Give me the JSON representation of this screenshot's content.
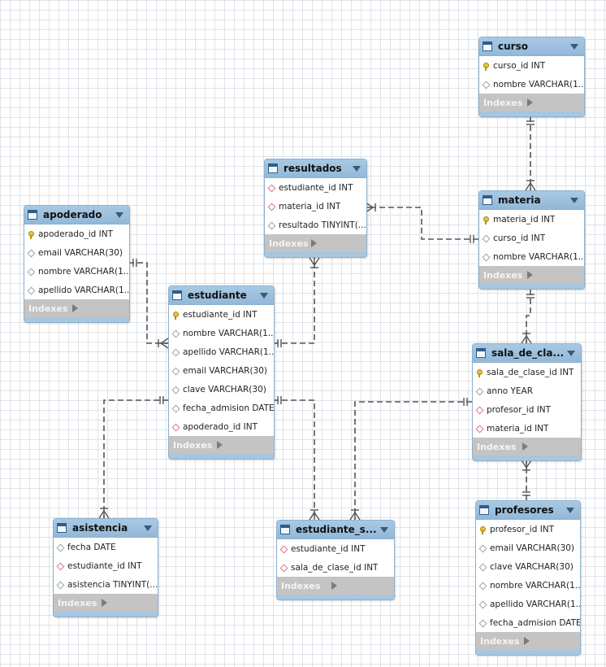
{
  "diagram": {
    "indexes_label": "Indexes",
    "tables": [
      {
        "id": "curso",
        "title": "curso",
        "columns": [
          {
            "text": "curso_id INT",
            "kind": "pk"
          },
          {
            "text": "nombre VARCHAR(1...",
            "kind": "fd"
          }
        ]
      },
      {
        "id": "resultados",
        "title": "resultados",
        "columns": [
          {
            "text": "estudiante_id INT",
            "kind": "fk"
          },
          {
            "text": "materia_id INT",
            "kind": "fk"
          },
          {
            "text": "resultado TINYINT(...",
            "kind": "fd"
          }
        ]
      },
      {
        "id": "materia",
        "title": "materia",
        "columns": [
          {
            "text": "materia_id INT",
            "kind": "pk"
          },
          {
            "text": "curso_id INT",
            "kind": "fd"
          },
          {
            "text": "nombre VARCHAR(1...",
            "kind": "fd"
          }
        ]
      },
      {
        "id": "apoderado",
        "title": "apoderado",
        "columns": [
          {
            "text": "apoderado_id INT",
            "kind": "pk"
          },
          {
            "text": "email VARCHAR(30)",
            "kind": "fd"
          },
          {
            "text": "nombre VARCHAR(1...",
            "kind": "fd"
          },
          {
            "text": "apellido VARCHAR(1...",
            "kind": "fd"
          }
        ]
      },
      {
        "id": "estudiante",
        "title": "estudiante",
        "columns": [
          {
            "text": "estudiante_id INT",
            "kind": "pk"
          },
          {
            "text": "nombre VARCHAR(1...",
            "kind": "fd"
          },
          {
            "text": "apellido VARCHAR(1...",
            "kind": "fd"
          },
          {
            "text": "email VARCHAR(30)",
            "kind": "fd"
          },
          {
            "text": "clave VARCHAR(30)",
            "kind": "fd"
          },
          {
            "text": "fecha_admision DATE",
            "kind": "fd"
          },
          {
            "text": "apoderado_id INT",
            "kind": "fk"
          }
        ]
      },
      {
        "id": "sala_de_clase",
        "title": "sala_de_cla...",
        "columns": [
          {
            "text": "sala_de_clase_id INT",
            "kind": "pk"
          },
          {
            "text": "anno YEAR",
            "kind": "fd"
          },
          {
            "text": "profesor_id INT",
            "kind": "fk"
          },
          {
            "text": "materia_id INT",
            "kind": "fk"
          }
        ]
      },
      {
        "id": "asistencia",
        "title": "asistencia",
        "columns": [
          {
            "text": "fecha DATE",
            "kind": "fd"
          },
          {
            "text": "estudiante_id INT",
            "kind": "fk"
          },
          {
            "text": "asistencia TINYINT(...",
            "kind": "fd"
          }
        ]
      },
      {
        "id": "estudiante_sala",
        "title": "estudiante_s...",
        "columns": [
          {
            "text": "estudiante_id INT",
            "kind": "fk"
          },
          {
            "text": "sala_de_clase_id INT",
            "kind": "fk"
          }
        ]
      },
      {
        "id": "profesores",
        "title": "profesores",
        "columns": [
          {
            "text": "profesor_id INT",
            "kind": "pk"
          },
          {
            "text": "email VARCHAR(30)",
            "kind": "fd"
          },
          {
            "text": "clave VARCHAR(30)",
            "kind": "fd"
          },
          {
            "text": "nombre VARCHAR(1...",
            "kind": "fd"
          },
          {
            "text": "apellido VARCHAR(1...",
            "kind": "fd"
          },
          {
            "text": "fecha_admision DATE",
            "kind": "fd"
          }
        ]
      }
    ],
    "relationships": [
      {
        "from": "curso",
        "to": "materia",
        "from_card": "one",
        "to_card": "many"
      },
      {
        "from": "materia",
        "to": "resultados",
        "from_card": "one",
        "to_card": "many"
      },
      {
        "from": "estudiante",
        "to": "resultados",
        "from_card": "one",
        "to_card": "many"
      },
      {
        "from": "apoderado",
        "to": "estudiante",
        "from_card": "one",
        "to_card": "many"
      },
      {
        "from": "materia",
        "to": "sala_de_clase",
        "from_card": "one",
        "to_card": "many"
      },
      {
        "from": "profesores",
        "to": "sala_de_clase",
        "from_card": "one",
        "to_card": "many"
      },
      {
        "from": "estudiante",
        "to": "asistencia",
        "from_card": "one",
        "to_card": "many"
      },
      {
        "from": "estudiante",
        "to": "estudiante_sala",
        "from_card": "one",
        "to_card": "many"
      },
      {
        "from": "sala_de_clase",
        "to": "estudiante_sala",
        "from_card": "one",
        "to_card": "many"
      }
    ]
  },
  "colors": {
    "header": "#9dc0de",
    "border": "#8fb1cc",
    "footer": "#c4c4c4",
    "link": "#555555",
    "primary_key": "#e8c23a",
    "foreign_key": "#d77b8e",
    "not_null": "#4ea58d"
  }
}
